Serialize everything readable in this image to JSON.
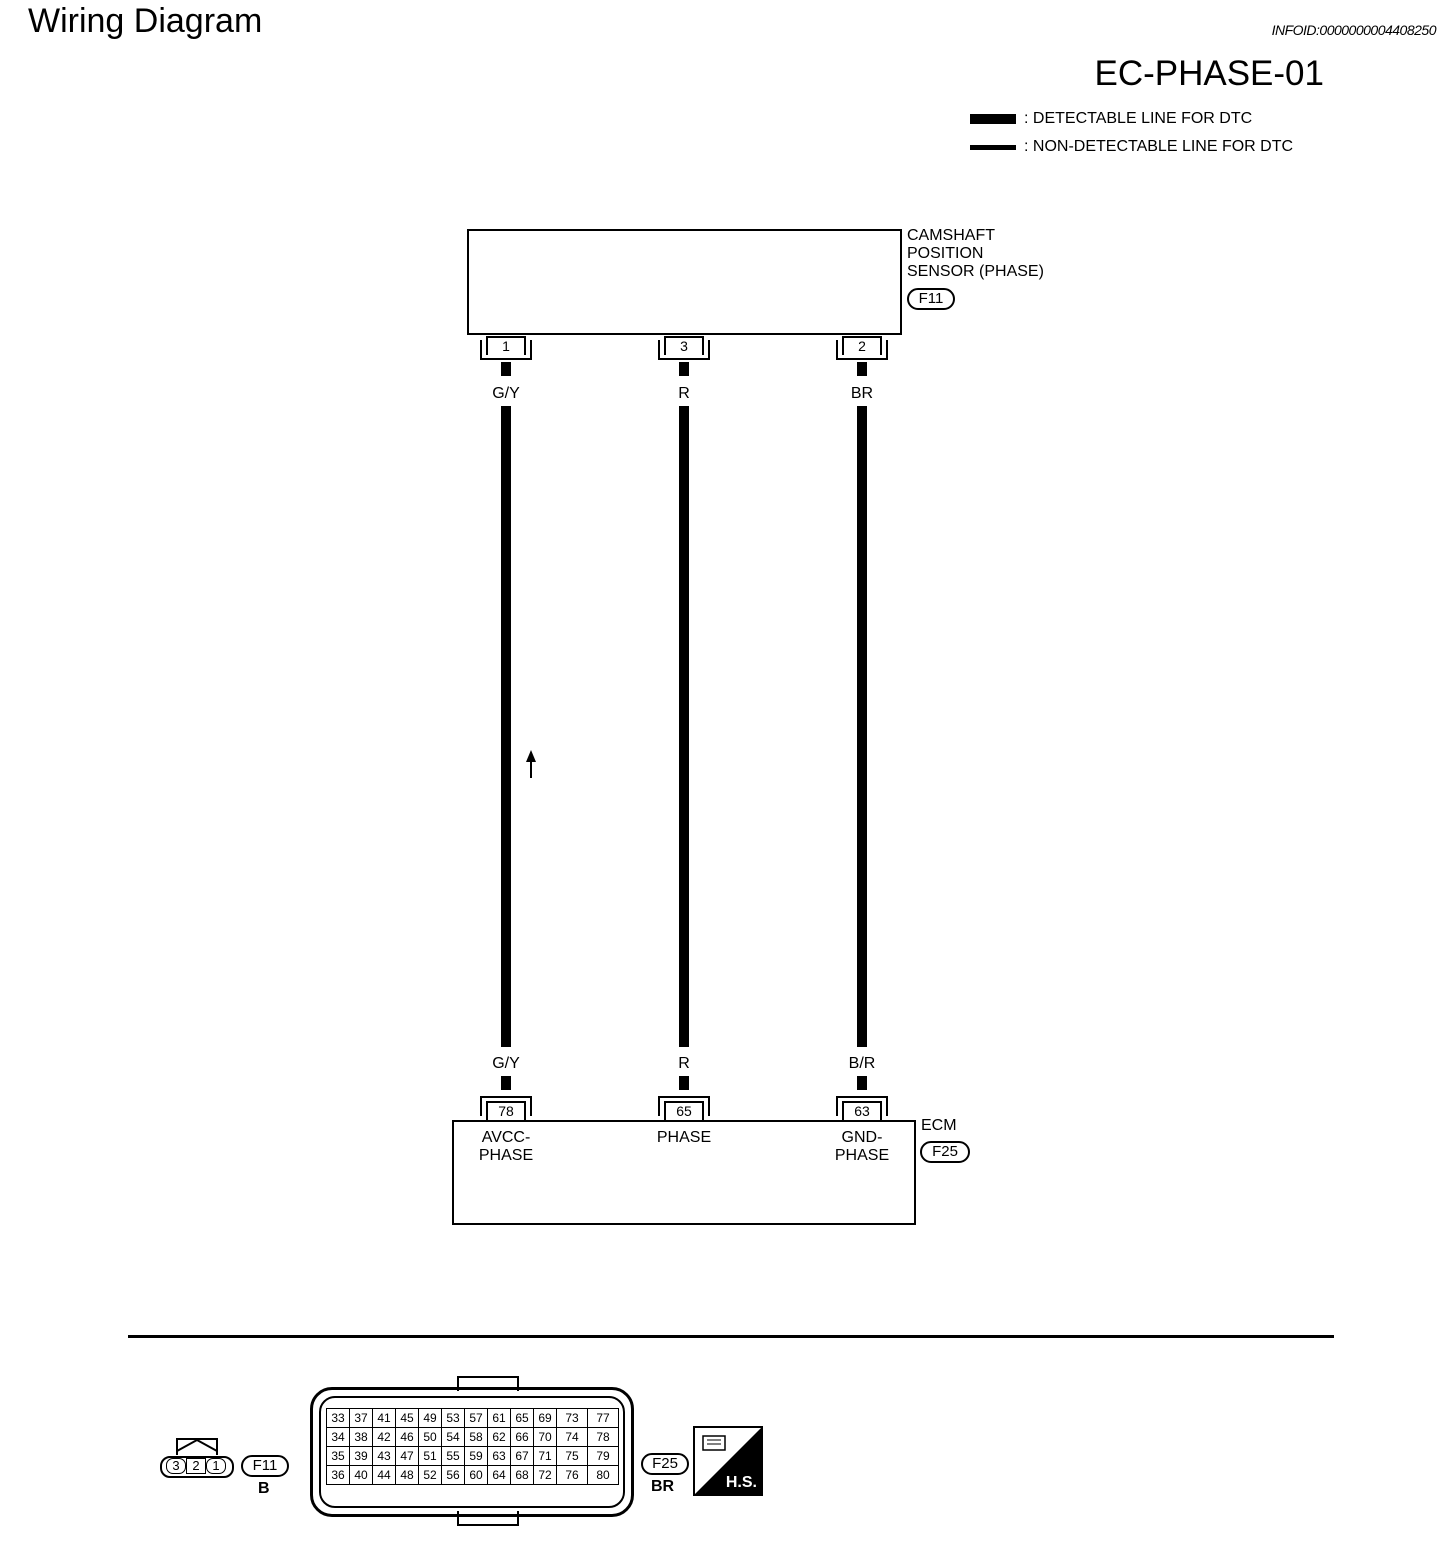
{
  "header": {
    "title": "Wiring Diagram",
    "infoid": "INFOID:0000000004408250",
    "doc_id": "EC-PHASE-01"
  },
  "legend": {
    "detectable": ": DETECTABLE LINE FOR DTC",
    "non_detectable": ": NON-DETECTABLE LINE FOR DTC"
  },
  "sensor": {
    "name_line1": "CAMSHAFT",
    "name_line2": "POSITION",
    "name_line3": "SENSOR (PHASE)",
    "connector": "F11",
    "pins": [
      "1",
      "3",
      "2"
    ],
    "wire_colors": [
      "G/Y",
      "R",
      "BR"
    ]
  },
  "ecm": {
    "name": "ECM",
    "connector": "F25",
    "pins": [
      "78",
      "65",
      "63"
    ],
    "wire_colors": [
      "G/Y",
      "R",
      "B/R"
    ],
    "terminal_labels": [
      {
        "line1": "AVCC-",
        "line2": "PHASE"
      },
      {
        "line1": "PHASE",
        "line2": ""
      },
      {
        "line1": "GND-",
        "line2": "PHASE"
      }
    ]
  },
  "connectors": {
    "f11": {
      "id": "F11",
      "color": "B",
      "pins": [
        "3",
        "2",
        "1"
      ]
    },
    "f25": {
      "id": "F25",
      "color": "BR",
      "rows": [
        [
          "33",
          "37",
          "41",
          "45",
          "49",
          "53",
          "57",
          "61",
          "65",
          "69",
          "73",
          "77"
        ],
        [
          "34",
          "38",
          "42",
          "46",
          "50",
          "54",
          "58",
          "62",
          "66",
          "70",
          "74",
          "78"
        ],
        [
          "35",
          "39",
          "43",
          "47",
          "51",
          "55",
          "59",
          "63",
          "67",
          "71",
          "75",
          "79"
        ],
        [
          "36",
          "40",
          "44",
          "48",
          "52",
          "56",
          "60",
          "64",
          "68",
          "72",
          "76",
          "80"
        ]
      ]
    },
    "hs_label": "H.S."
  }
}
